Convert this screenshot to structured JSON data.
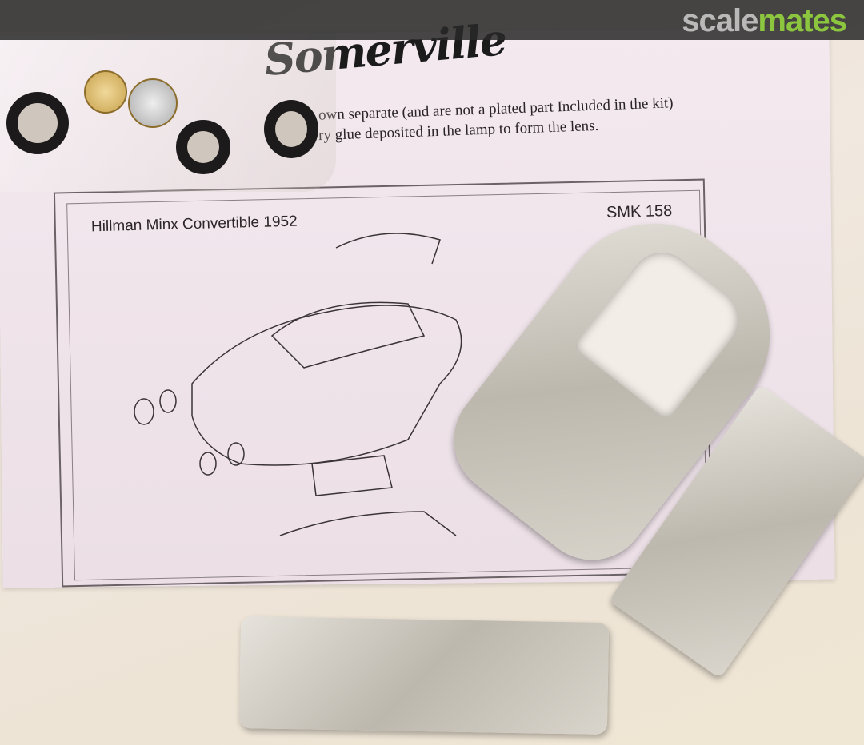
{
  "watermark": {
    "part1": "scale",
    "part2": "mates",
    "colors": {
      "scale": "#b9b9b9",
      "mates": "#8cc63f"
    }
  },
  "sheet": {
    "logo": "Somerville",
    "text_line_1": "own separate (and are not a plated part Included in the kit)",
    "text_line_2": "ry glue deposited in the lamp to form the lens.",
    "title": "Hillman Minx Convertible 1952",
    "code": "SMK 158"
  }
}
